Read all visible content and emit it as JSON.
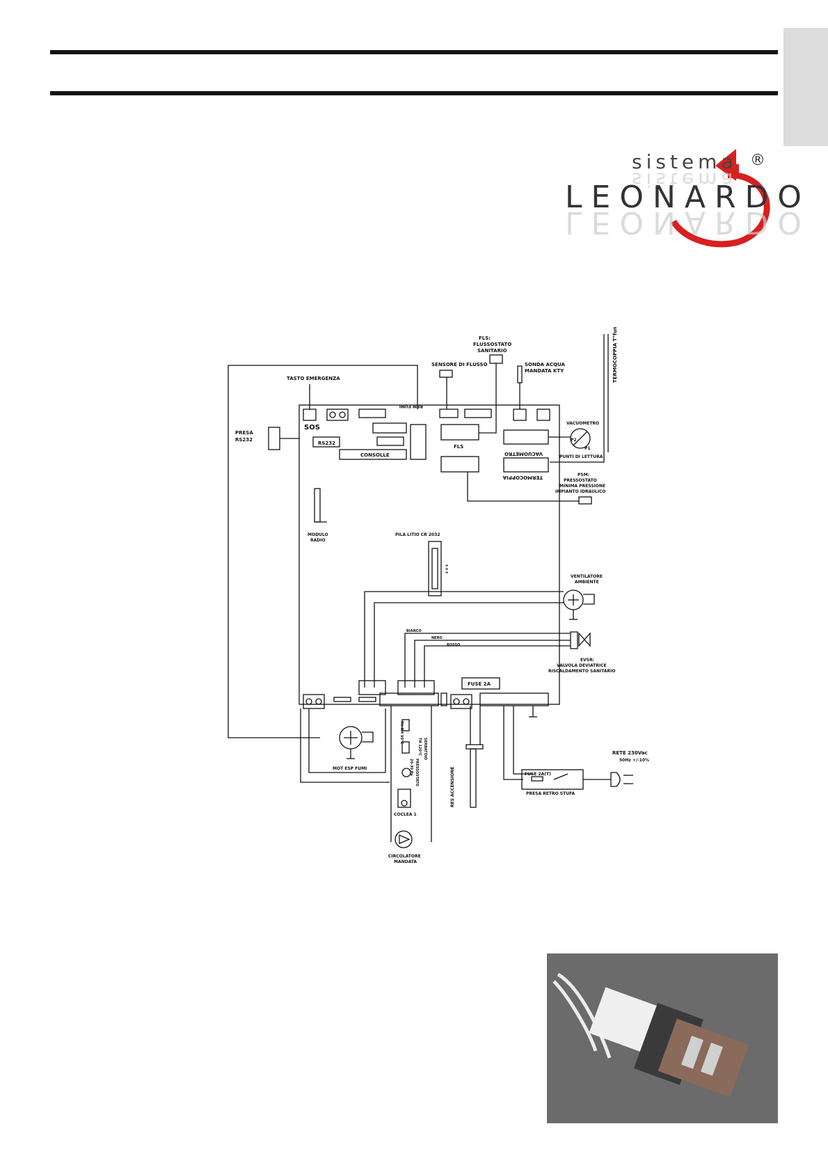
{
  "logo": {
    "word_top": "sistema",
    "word_main": "LEONARDO",
    "registered": "®"
  },
  "diagram": {
    "labels": {
      "fls": "FLS:",
      "flussostato": "FLUSSOSTATO",
      "sanitario": "SANITARIO",
      "sensore_flusso": "SENSORE DI FLUSSO",
      "sonda_acqua": "SONDA ACQUA",
      "mandata_kty": "MANDATA KTY",
      "termocoppia_fumi": "TERMOCOPPIA T°fumi",
      "tasto_emergenza": "TASTO EMERGENZA",
      "presa": "PRESA",
      "rs232": "RS232",
      "sos": "SOS",
      "rs232_box": "RS232",
      "rpm_fumi": "RPM FUMI",
      "consolle": "CONSOLLE",
      "fls_board": "FLS",
      "vacuometro_conn": "VACUOMETRO",
      "termocoppia_conn": "TERMOCOPPIA",
      "vacuometro": "VACUOMETRO",
      "p2": "P2",
      "p1": "P1",
      "punti_lettura": "PUNTI DI LETTURA",
      "psm": "PSM:",
      "pressostato": "PRESSOSTATO",
      "minima_pressione": "MINIMA PRESSIONE",
      "impianto_idraulico": "IMPIANTO IDRAULICO",
      "modulo": "MODULO",
      "radio": "RADIO",
      "pila": "PILA LITIO CR 2032",
      "pila_plus": "+++",
      "ventilatore": "VENTILATORE",
      "ambiente": "AMBIENTE",
      "bianco": "BIANCO",
      "nero": "NERO",
      "rosso": "ROSSO",
      "evsr": "EVSR:",
      "valvola": "VALVOLA DEVIATRICE",
      "riscaldamento": "RISCALDAMENTO SANITARIO",
      "fuse_2a": "FUSE 2A",
      "mot_esp_fumi": "MOT ESP FUMI",
      "th_rm": "TH RM 90°C",
      "th_120": "TH 120°C",
      "serbatoio": "SERBATOIO",
      "pressostato_v": "PRESSOSTATO",
      "pa": "20-30 Pa",
      "coclea": "COCLEA 1",
      "circolatore": "CIRCOLATORE",
      "mandata": "MANDATA",
      "res_accensione": "RES ACCENSIONE",
      "rete": "RETE 230Vac",
      "hz": "50Hz +/-10%",
      "fuse_2at": "FUSE 2A(T)",
      "presa_retro": "PRESA RETRO STUFA"
    }
  },
  "photo": {
    "subject": "fuse-holder-connector"
  }
}
